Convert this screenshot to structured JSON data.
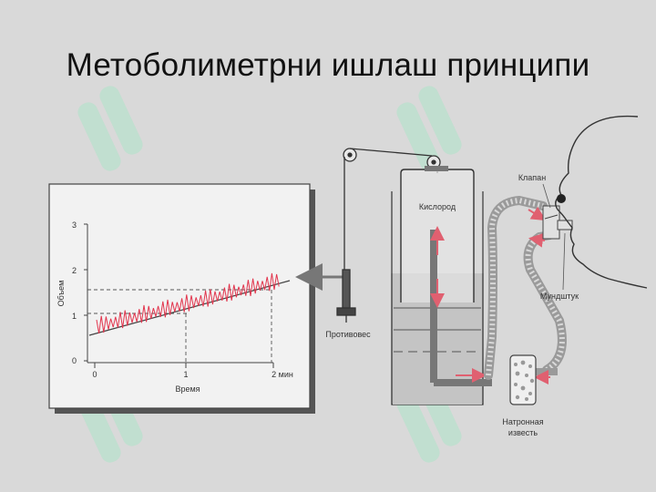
{
  "title": "Метоболиметрни ишлаш принципи",
  "graph": {
    "y_label": "Объем",
    "x_label": "Время",
    "y_ticks": [
      "0",
      "1",
      "2",
      "3"
    ],
    "x_ticks": [
      "0",
      "1",
      "2 мин"
    ]
  },
  "labels": {
    "oxygen": "Кислород",
    "counterweight": "Противовес",
    "valve": "Клапан",
    "mouthpiece": "Мундштук",
    "soda_lime_1": "Натронная",
    "soda_lime_2": "известь"
  },
  "colors": {
    "background": "#d9d9d9",
    "trace": "#e2364e",
    "arrow": "#e06070",
    "line": "#444444",
    "watermark": "#aee3c8"
  }
}
